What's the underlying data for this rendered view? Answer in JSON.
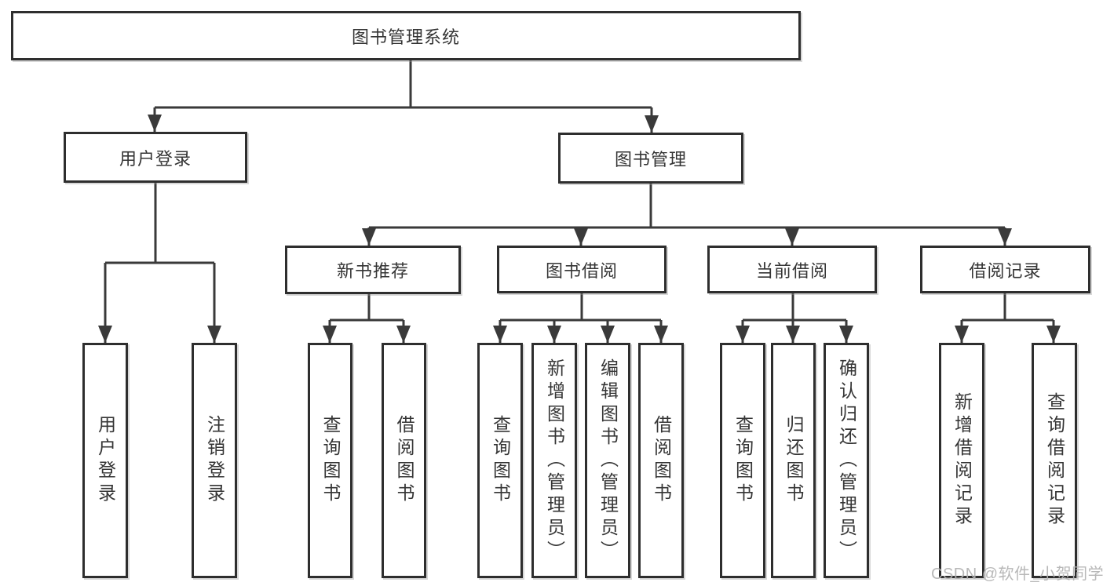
{
  "diagram_type": "hierarchy-tree",
  "tree": {
    "label": "图书管理系统",
    "children": [
      {
        "label": "用户登录",
        "children": [
          {
            "label": "用户登录"
          },
          {
            "label": "注销登录"
          }
        ]
      },
      {
        "label": "图书管理",
        "children": [
          {
            "label": "新书推荐",
            "children": [
              {
                "label": "查询图书"
              },
              {
                "label": "借阅图书"
              }
            ]
          },
          {
            "label": "图书借阅",
            "children": [
              {
                "label": "查询图书"
              },
              {
                "label": "新增图书（管理员）"
              },
              {
                "label": "编辑图书（管理员）"
              },
              {
                "label": "借阅图书"
              }
            ]
          },
          {
            "label": "当前借阅",
            "children": [
              {
                "label": "查询图书"
              },
              {
                "label": "归还图书"
              },
              {
                "label": "确认归还（管理员）"
              }
            ]
          },
          {
            "label": "借阅记录",
            "children": [
              {
                "label": "新增借阅记录"
              },
              {
                "label": "查询借阅记录"
              }
            ]
          }
        ]
      }
    ]
  },
  "watermark": {
    "text": "CSDN @软件_小贺同学"
  },
  "colors": {
    "background": "#ffffff",
    "box_border": "#2e2e2e",
    "connector_line": "#3a3a3a",
    "text": "#353535",
    "watermark_text": "#b3b3b3"
  }
}
